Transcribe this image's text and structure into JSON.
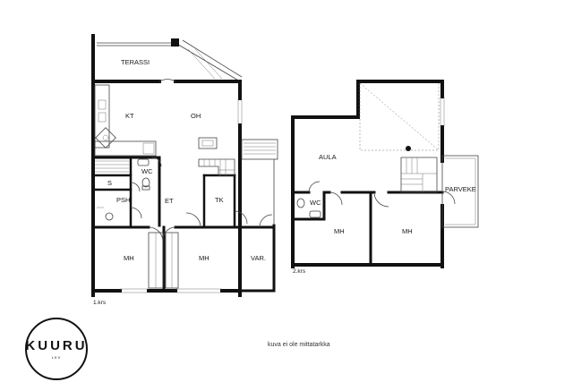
{
  "floors": [
    {
      "level_label": "1.krs",
      "rooms": {
        "terassi": "TERASSI",
        "kt": "KT",
        "oh": "OH",
        "wc": "WC",
        "s": "S",
        "psh": "PSH",
        "et": "ET",
        "tk": "TK",
        "mh_left": "MH",
        "mh_right": "MH",
        "var": "VAR."
      }
    },
    {
      "level_label": "2.krs",
      "rooms": {
        "aula": "AULA",
        "wc": "WC",
        "parveke": "PARVEKE",
        "mh_left": "MH",
        "mh_right": "MH"
      }
    }
  ],
  "logo": {
    "brand": "KUURU",
    "sub": "LKV"
  },
  "note": "kuva ei ole mittatarkka",
  "colors": {
    "wall": "#111111",
    "line": "#444444"
  }
}
